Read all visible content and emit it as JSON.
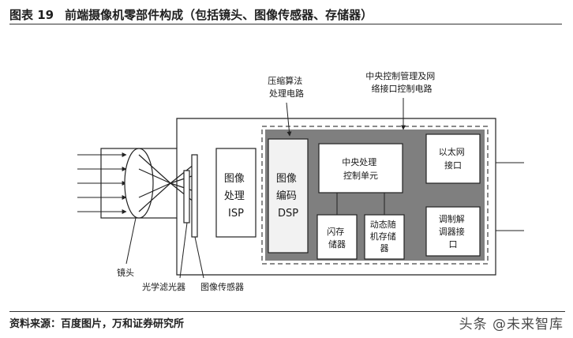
{
  "figure": {
    "number": "图表 19",
    "title": "前端摄像机零部件构成（包括镜头、图像传感器、存储器）"
  },
  "diagram": {
    "callouts": {
      "compression_line1": "压缩算法",
      "compression_line2": "处理电路",
      "control_line1": "中央控制管理及网",
      "control_line2": "络接口控制电路"
    },
    "blocks": {
      "isp": [
        "图像",
        "处理",
        "ISP"
      ],
      "dsp": [
        "图像",
        "编码",
        "DSP"
      ],
      "cpu": [
        "中央处理",
        "控制单元"
      ],
      "flash": [
        "闪存",
        "储器"
      ],
      "dram": [
        "动态随",
        "机存储",
        "器"
      ],
      "ethernet": [
        "以太网",
        "接口"
      ],
      "modem": [
        "调制解",
        "调器接",
        "口"
      ]
    },
    "labels": {
      "lens": "镜头",
      "filter": "光学滤光器",
      "sensor": "图像传感器"
    }
  },
  "footer": {
    "source": "资料来源：百度图片，万和证券研究所",
    "watermark": "头条 @未来智库"
  },
  "colors": {
    "gray_panel": "#7f7f7f",
    "light_block": "#f2f2f2",
    "dashed_border": "#8a8a8a",
    "line": "#222222"
  }
}
